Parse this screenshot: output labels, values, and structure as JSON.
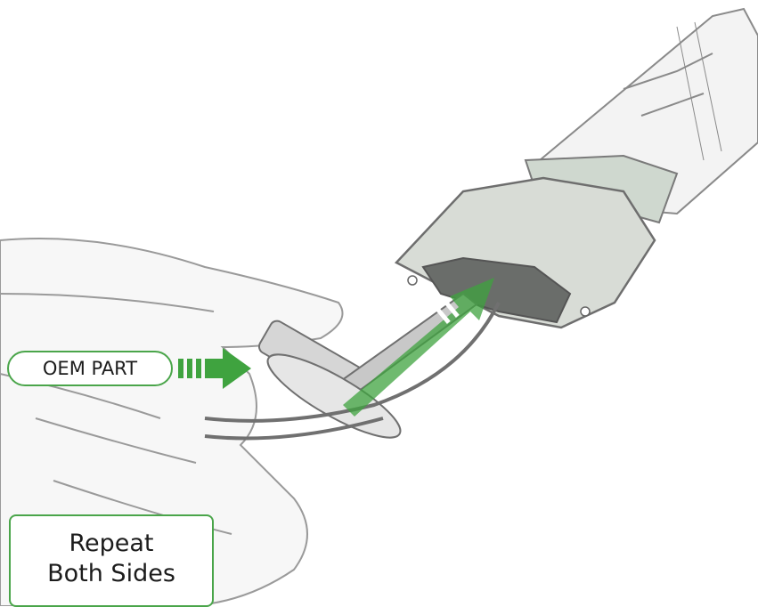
{
  "callouts": {
    "oem_part": "OEM PART",
    "repeat_line1": "Repeat",
    "repeat_line2": "Both Sides"
  },
  "colors": {
    "accent_green": "#3fa33f",
    "arrow_light_green": "#7cc77c",
    "sketch_gray": "#8a8a8a"
  },
  "icons": {
    "pointer_arrow": "right-arrow-icon",
    "insert_arrow": "diagonal-arrow-icon"
  }
}
